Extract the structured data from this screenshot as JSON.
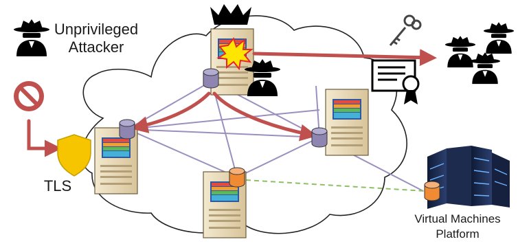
{
  "labels": {
    "attacker_line1": "Unprivileged",
    "attacker_line2": "Attacker",
    "tls": "TLS",
    "platform_line1": "Virtual Machines",
    "platform_line2": "Platform"
  },
  "colors": {
    "attack_arrow": "#c0504d",
    "network_link": "#9b8fbf",
    "dashed_link": "#8cc063",
    "shield": "#f7c500",
    "node_db": "#8e86b0",
    "infected_db": "#f08a33",
    "cloud_outline": "#222222"
  },
  "icons": [
    "spy-icon",
    "no-entry-icon",
    "shield-icon",
    "crown-icon",
    "explosion-icon",
    "key-icon",
    "certificate-icon",
    "server-icon",
    "database-icon",
    "server-rack-icon"
  ]
}
